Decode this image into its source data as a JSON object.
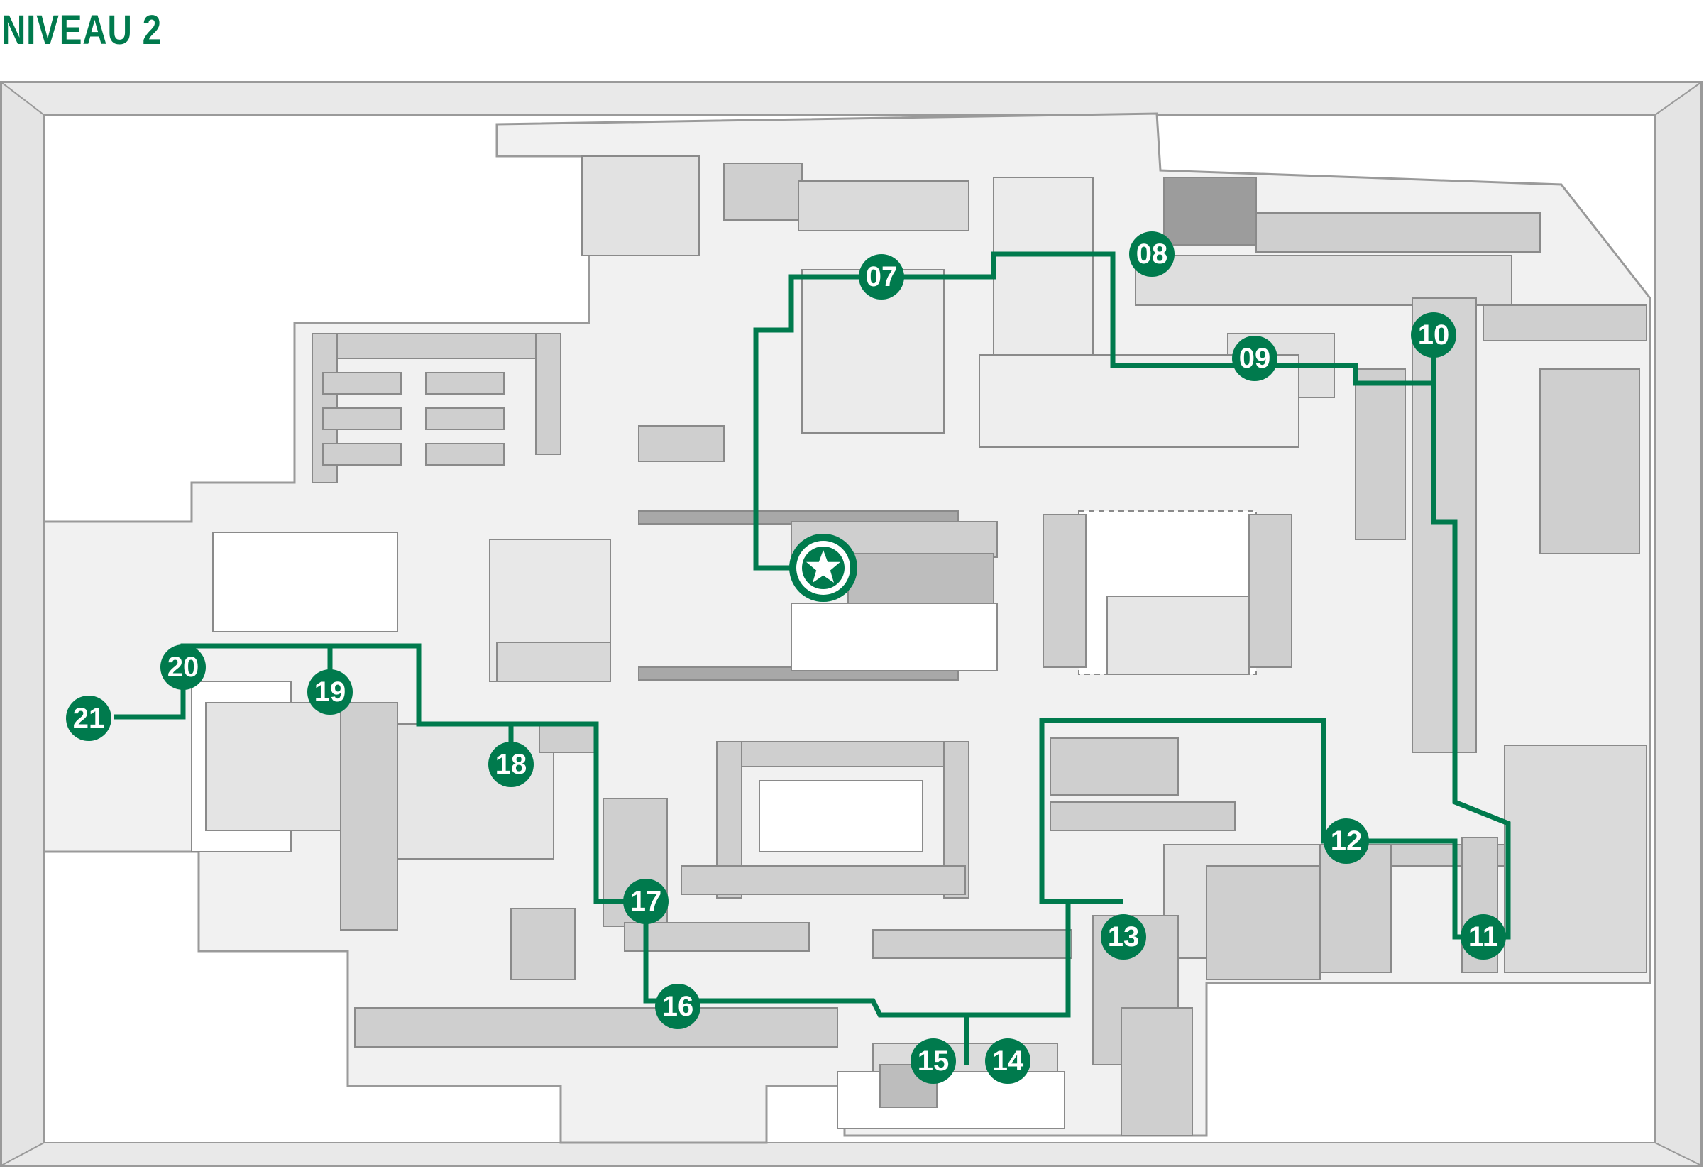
{
  "title": "NIVEAU 2",
  "colors": {
    "route": "#007a4d",
    "marker_fill": "#007a4d",
    "marker_text": "#ffffff",
    "title": "#007a4d",
    "floor": "#f1f1f1",
    "outline": "#9a9a9a",
    "fixture": "#cdcdcd"
  },
  "start_marker": {
    "icon": "star-icon"
  },
  "stops": [
    {
      "label": "07"
    },
    {
      "label": "08"
    },
    {
      "label": "09"
    },
    {
      "label": "10"
    },
    {
      "label": "11"
    },
    {
      "label": "12"
    },
    {
      "label": "13"
    },
    {
      "label": "14"
    },
    {
      "label": "15"
    },
    {
      "label": "16"
    },
    {
      "label": "17"
    },
    {
      "label": "18"
    },
    {
      "label": "19"
    },
    {
      "label": "20"
    },
    {
      "label": "21"
    }
  ]
}
